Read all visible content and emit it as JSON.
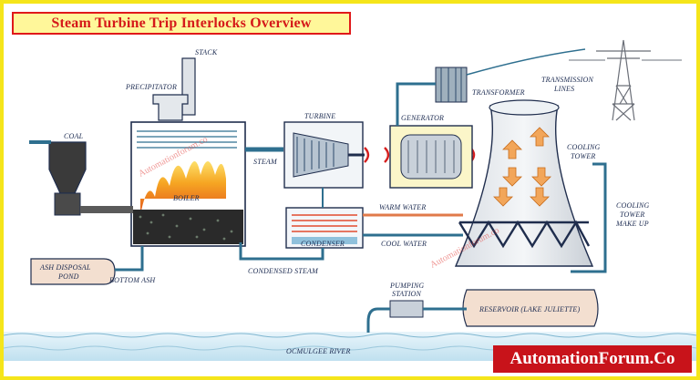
{
  "title": "Steam Turbine Trip Interlocks Overview",
  "brand": "AutomationForum.Co",
  "watermark": "Automationforum.co",
  "labels": {
    "stack": "STACK",
    "precipitator": "PRECIPITATOR",
    "coal": "COAL",
    "boiler": "BOILER",
    "steam": "STEAM",
    "turbine": "TURBINE",
    "generator": "GENERATOR",
    "transformer": "TRANSFORMER",
    "transmission_1": "TRANSMISSION",
    "transmission_2": "LINES",
    "cooling_tower_1": "COOLING",
    "cooling_tower_2": "TOWER",
    "warm_water": "WARM WATER",
    "cool_water": "COOL WATER",
    "condenser": "CONDENSER",
    "condensed_steam": "CONDENSED STEAM",
    "ash_pond_1": "ASH DISPOSAL",
    "ash_pond_2": "POND",
    "bottom_ash": "BOTTOM ASH",
    "makeup_1": "COOLING",
    "makeup_2": "TOWER",
    "makeup_3": "MAKE UP",
    "pumping_1": "PUMPING",
    "pumping_2": "STATION",
    "reservoir": "RESERVOIR (LAKE JULIETTE)",
    "river": "OCMULGEE RIVER"
  },
  "colors": {
    "frame": "#f5e51a",
    "title_text": "#d5191a",
    "brand_bg": "#c8131a",
    "pipe": "#2e6f8f",
    "fire": "#f39a1c",
    "water": "#bfe3f2"
  }
}
